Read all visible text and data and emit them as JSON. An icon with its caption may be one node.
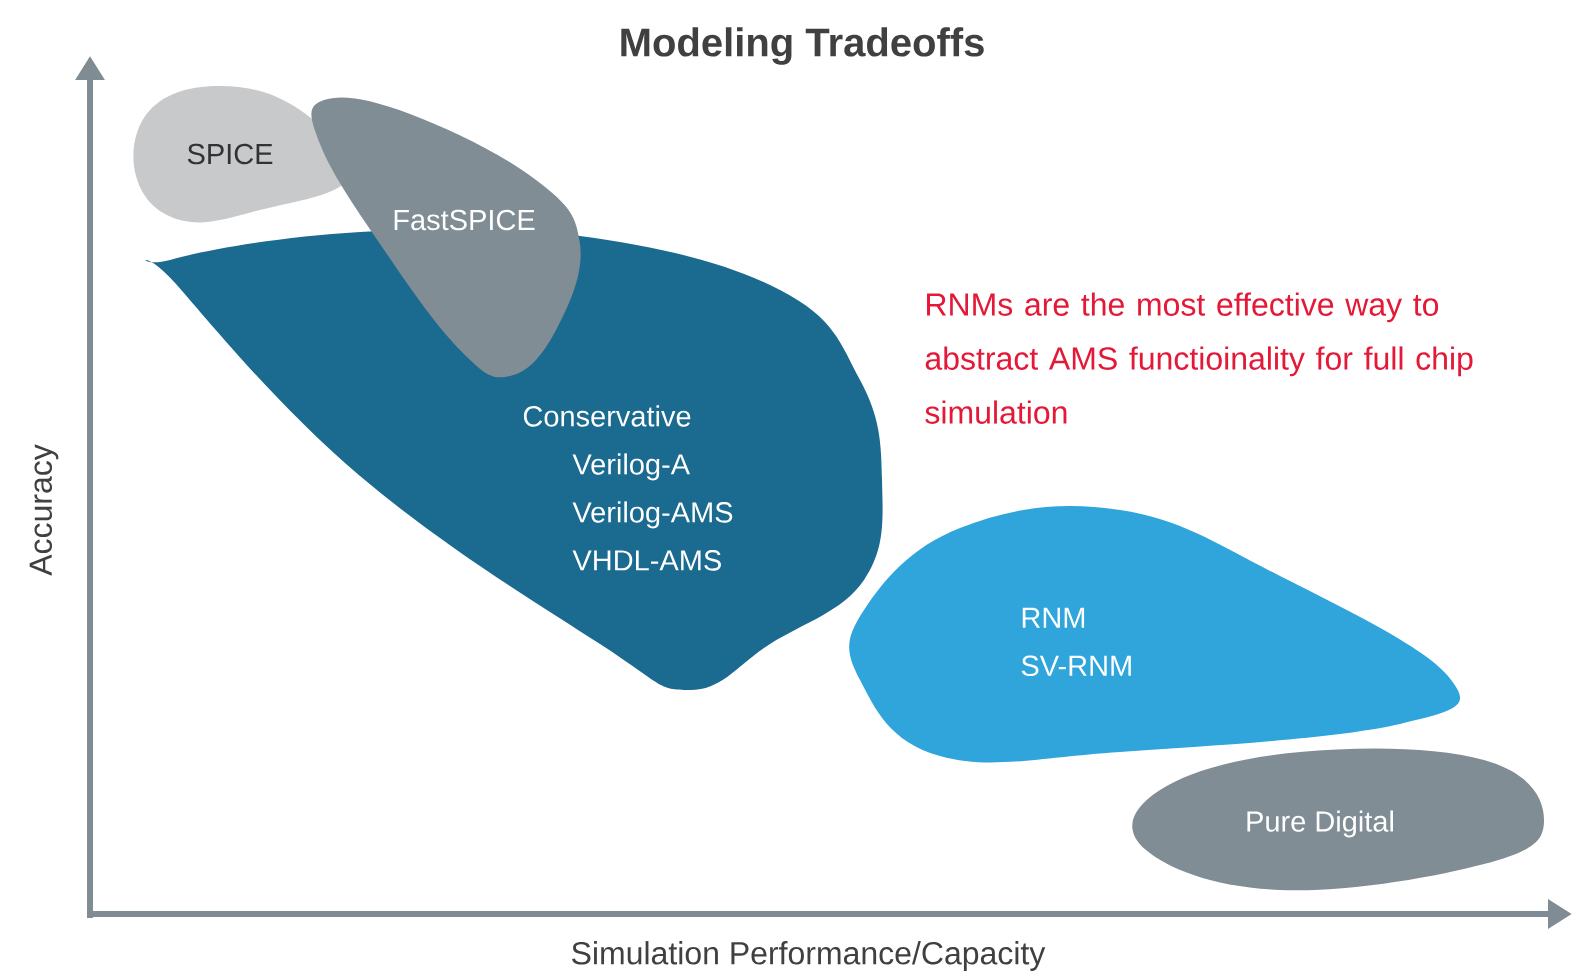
{
  "diagram": {
    "title": "Modeling Tradeoffs",
    "nodes": [
      {
        "text": [
          "SPICE"
        ]
      },
      {
        "text": [
          "FastSPICE"
        ]
      },
      {
        "text": [
          "Conservative",
          "Verilog-A",
          "Verilog-AMS",
          "VHDL-AMS"
        ]
      },
      {
        "text": [
          "RNM",
          "SV-RNM"
        ]
      },
      {
        "text": [
          "Pure Digital"
        ]
      }
    ],
    "labels": [
      "Accuracy",
      "Simulation Performance/Capacity",
      "RNMs are the most effective way to abstract AMS functioinality for full chip simulation"
    ]
  }
}
